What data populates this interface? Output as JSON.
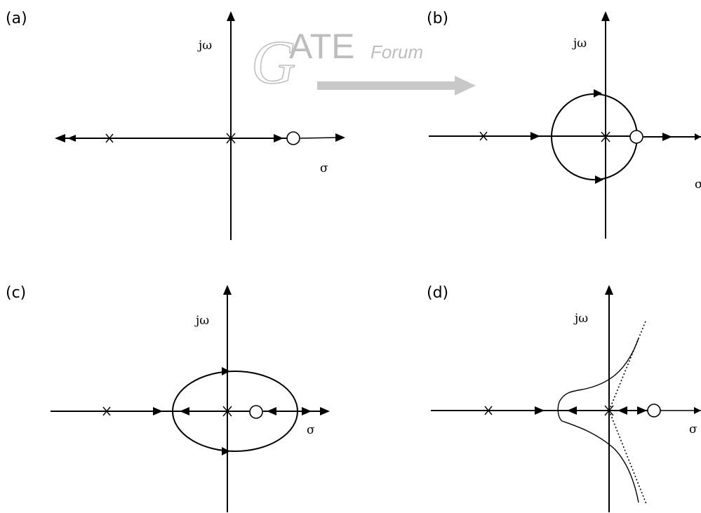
{
  "watermark": {
    "gate": "ATE",
    "forum": "Forum",
    "g": "G"
  },
  "panels": [
    {
      "label": "(a)",
      "imag_axis": "jω",
      "real_axis": "σ"
    },
    {
      "label": "(b)",
      "imag_axis": "jω",
      "real_axis": "σ"
    },
    {
      "label": "(c)",
      "imag_axis": "jω",
      "real_axis": "σ"
    },
    {
      "label": "(d)",
      "imag_axis": "jω",
      "real_axis": "σ"
    }
  ],
  "colors": {
    "lines": "#000000",
    "watermark": "#bdbdbd"
  }
}
